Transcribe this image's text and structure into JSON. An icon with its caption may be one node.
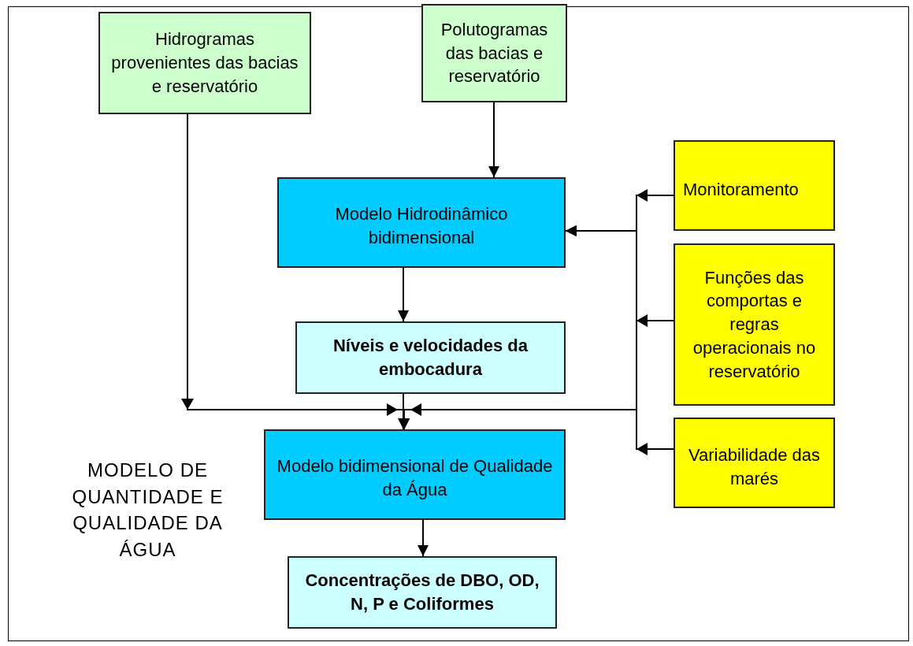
{
  "diagram": {
    "nodes": [
      {
        "text": [
          "Hidrogramas provenientes das bacias e reservatório"
        ]
      },
      {
        "text": [
          "Polutogramas das bacias e reservatório"
        ]
      },
      {
        "text": [
          "Modelo Hidrodinâmico bidimensional"
        ]
      },
      {
        "text": [
          "Níveis e velocidades da embocadura"
        ]
      },
      {
        "text": [
          "Modelo bidimensional de Qualidade da Água"
        ]
      },
      {
        "text": [
          "Concentrações de DBO, OD, N, P e Coliformes"
        ]
      },
      {
        "text": [
          "Monitoramento"
        ]
      },
      {
        "text": [
          "Funções das comportas e regras operacionais no reservatório"
        ]
      },
      {
        "text": [
          "Variabilidade das marés"
        ]
      }
    ],
    "edges": [
      {
        "from": 1,
        "to": 2,
        "arrow": "to"
      },
      {
        "from": 2,
        "to": 3,
        "arrow": "to"
      },
      {
        "from": 3,
        "to": 4,
        "arrow": "to"
      },
      {
        "from": 0,
        "to": 4,
        "arrow": "to"
      },
      {
        "from": 6,
        "to": 2,
        "arrow": "to"
      },
      {
        "from": 7,
        "to": 2,
        "arrow": "to"
      },
      {
        "from": 8,
        "to": 2,
        "arrow": "to"
      },
      {
        "from": 6,
        "to": 4,
        "arrow": "to"
      },
      {
        "from": 7,
        "to": 4,
        "arrow": "to"
      },
      {
        "from": 8,
        "to": 4,
        "arrow": "to"
      },
      {
        "from": 4,
        "to": 5,
        "arrow": "to"
      }
    ],
    "labels": [
      "MODELO DE QUANTIDADE E QUALIDADE DA ÁGUA"
    ]
  }
}
